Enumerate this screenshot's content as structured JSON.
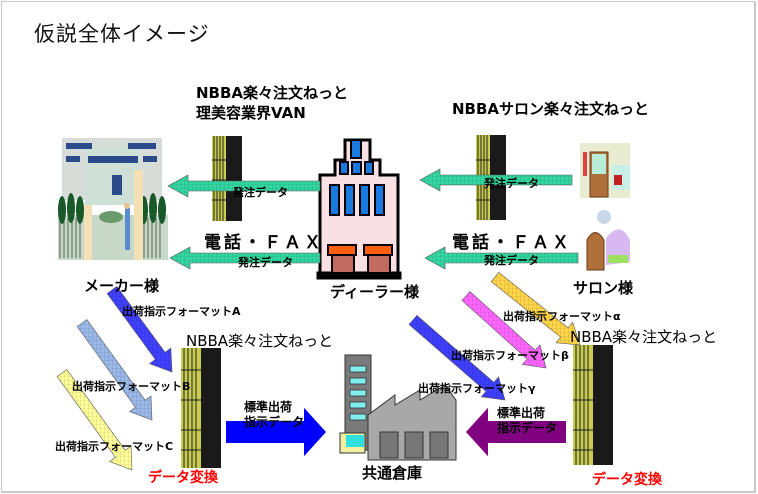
{
  "title": "仮説全体イメージ",
  "nodes": {
    "maker": {
      "label": "メーカー様",
      "icon": "factory-campus-icon"
    },
    "dealer": {
      "label": "ディーラー様",
      "icon": "dealer-building-icon"
    },
    "salon": {
      "label": "サロン様",
      "icon": "salon-icon"
    },
    "warehouse": {
      "label": "共通倉庫",
      "icon": "warehouse-icon"
    }
  },
  "servers": {
    "van_top": {
      "line1": "NBBA楽々注文ねっと",
      "line2": "理美容業界VAN"
    },
    "salon_top": {
      "label": "NBBAサロン楽々注文ねっと"
    },
    "left_bottom": {
      "label": "NBBA楽々注文ねっと",
      "caption": "データ変換"
    },
    "right_bottom": {
      "label": "NBBA楽々注文ねっと",
      "caption": "データ変換"
    }
  },
  "channels": {
    "phone_fax_left": "電話・ＦＡＸ",
    "phone_fax_right": "電話・ＦＡＸ"
  },
  "arrows": {
    "order_data": "発注データ",
    "format_a": "出荷指示フォーマットA",
    "format_b": "出荷指示フォーマットB",
    "format_c": "出荷指示フォーマットC",
    "format_alpha": "出荷指示フォーマットα",
    "format_beta": "出荷指示フォーマットβ",
    "format_gamma": "出荷指示フォーマットγ",
    "standard_left_1": "標準出荷",
    "standard_left_2": "指示データ",
    "standard_right_1": "標準出荷",
    "standard_right_2": "指示データ"
  },
  "colors": {
    "order_arrow": "#33d6a0",
    "standard_left": "#0000ff",
    "standard_right": "#800080",
    "format_a": "#4040ff",
    "format_b": "#9ab8e8",
    "format_c": "#ffff99",
    "format_alpha": "#ffd54a",
    "format_beta": "#ff66ff",
    "format_gamma": "#3f3fff",
    "caption_red": "#ff0000"
  }
}
